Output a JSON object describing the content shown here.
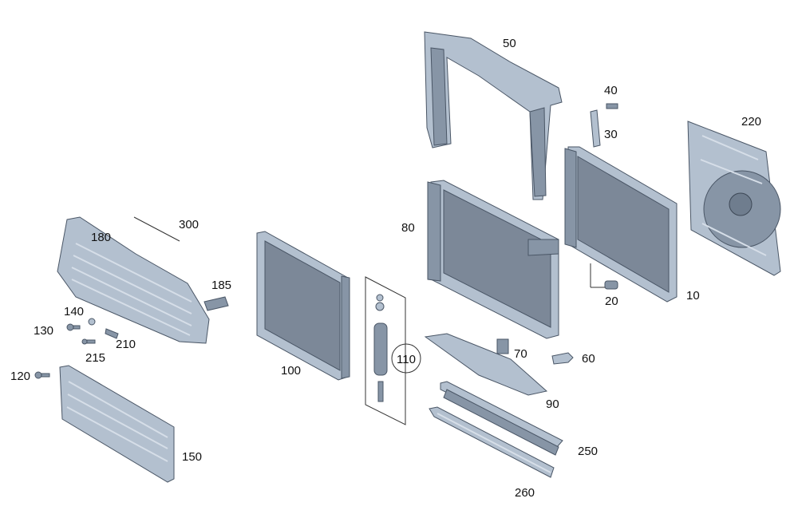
{
  "diagram": {
    "labels": {
      "p10": "10",
      "p20": "20",
      "p30": "30",
      "p40": "40",
      "p50": "50",
      "p60": "60",
      "p70": "70",
      "p80": "80",
      "p90": "90",
      "p100": "100",
      "p110": "110",
      "p120": "120",
      "p130": "130",
      "p140": "140",
      "p150": "150",
      "p180": "180",
      "p185": "185",
      "p210": "210",
      "p215": "215",
      "p220": "220",
      "p250": "250",
      "p260": "260",
      "p300": "300"
    },
    "colors": {
      "part_fill": "#8795a6",
      "part_light": "#b3c0cf",
      "part_outline": "#4a5666"
    }
  }
}
